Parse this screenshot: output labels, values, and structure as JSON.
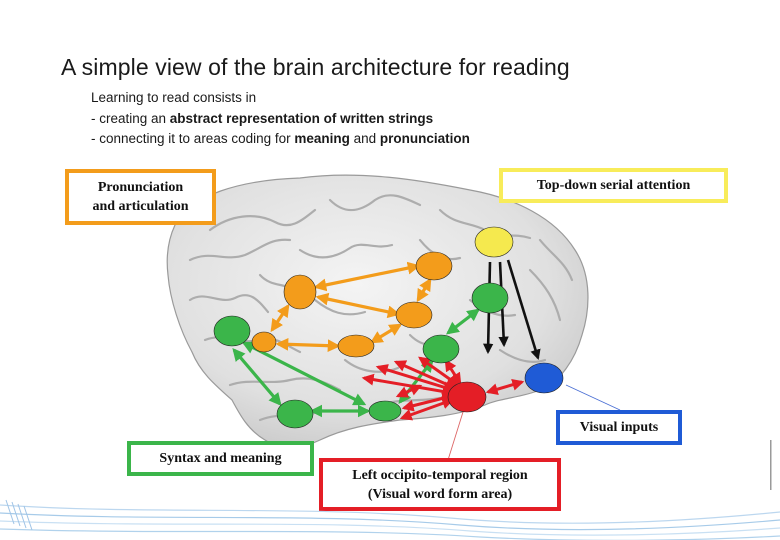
{
  "title": "A simple view of the brain architecture for reading",
  "intro": {
    "line1": "Learning to read consists in",
    "line2_prefix": "- creating an ",
    "line2_bold": "abstract representation of written strings",
    "line3_prefix": "- connecting it to areas coding for ",
    "line3_bold_a": "meaning",
    "line3_mid": " and ",
    "line3_bold_b": "pronunciation"
  },
  "labels": {
    "pronunciation_line1": "Pronunciation",
    "pronunciation_line2": "and articulation",
    "top_down": "Top-down serial attention",
    "visual_inputs": "Visual inputs",
    "syntax": "Syntax and meaning",
    "vwfa_line1": "Left occipito-temporal region",
    "vwfa_line2": "(Visual word form area)"
  },
  "colors": {
    "orange": "#f39c1b",
    "yellow": "#f5e94e",
    "green": "#3bb54a",
    "red": "#e41e26",
    "blue": "#1f5bd6",
    "brain": "#e4e4e4",
    "sulcus": "#b0b0b0"
  }
}
